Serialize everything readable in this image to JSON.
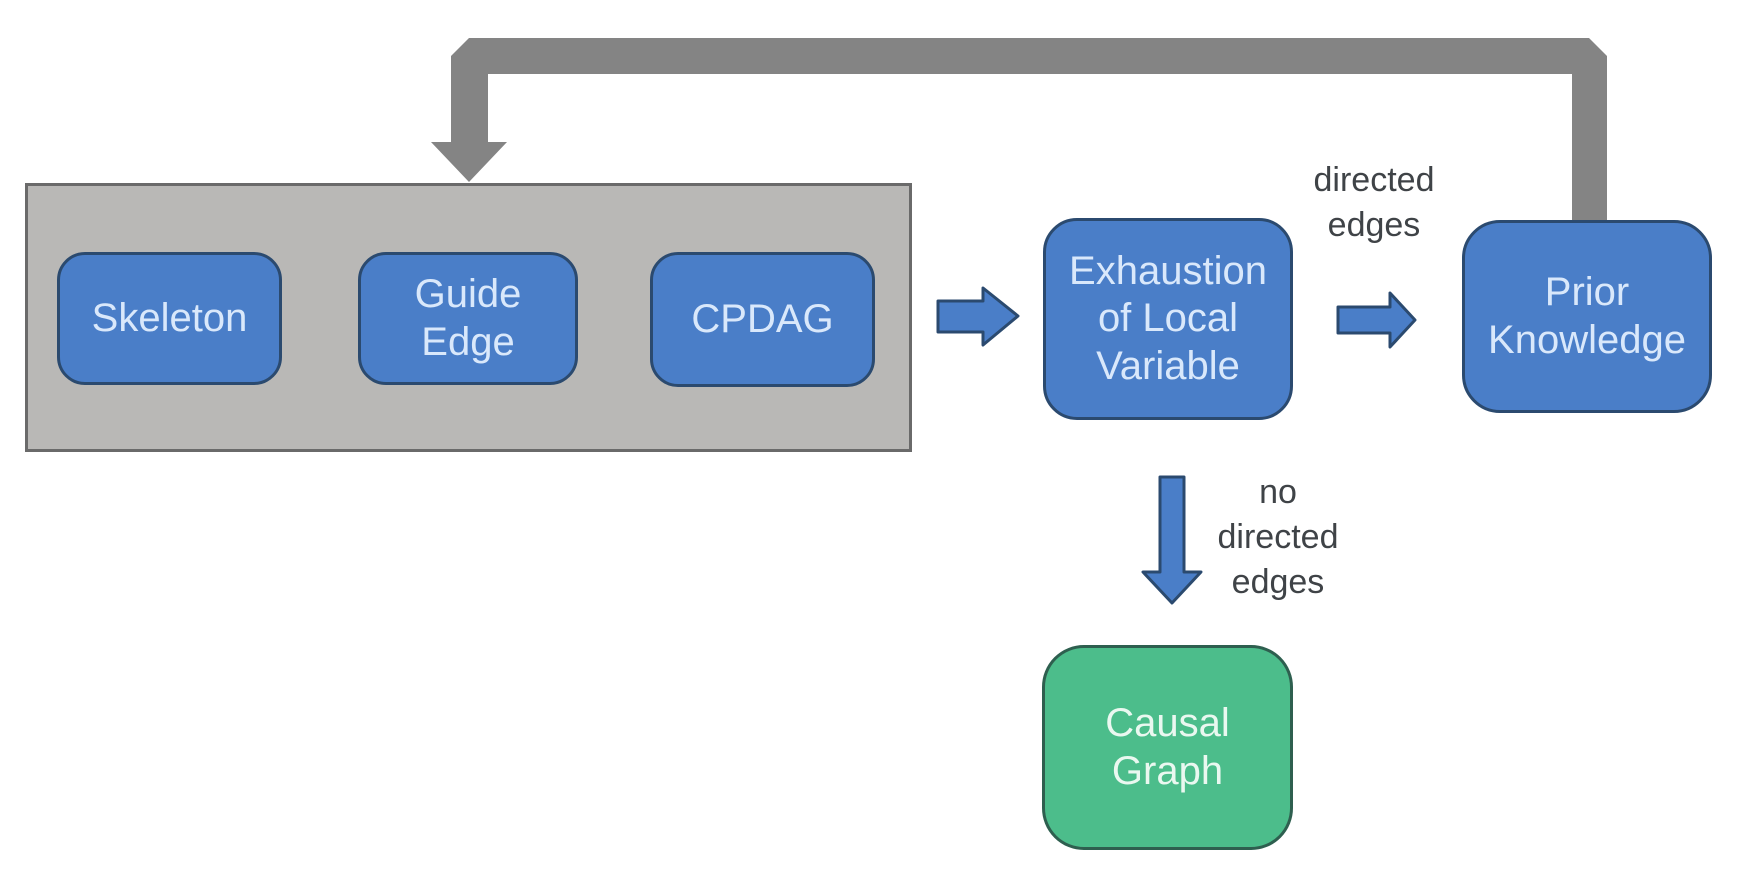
{
  "diagram": {
    "nodes": {
      "skeleton": {
        "label": "Skeleton"
      },
      "guide_edge": {
        "label": "Guide\nEdge"
      },
      "cpdag": {
        "label": "CPDAG"
      },
      "exhaustion": {
        "label": "Exhaustion\nof Local\nVariable"
      },
      "prior_knowledge": {
        "label": "Prior\nKnowledge"
      },
      "causal_graph": {
        "label": "Causal\nGraph"
      }
    },
    "edge_labels": {
      "directed_edges": "directed\nedges",
      "no_directed_edges": "no\ndirected\nedges"
    },
    "colors": {
      "node_blue": "#4a7ec8",
      "node_border": "#2b4a6f",
      "node_text": "#d9e8fb",
      "container_fill": "#b9b8b6",
      "container_border": "#6a6a6a",
      "feedback_arrow": "#848484",
      "causal_fill": "#4cbd8b",
      "causal_border": "#2e5f4f",
      "causal_text": "#eaf8f0",
      "label_text": "#3f4347",
      "arrow_fill": "#4a7ec8",
      "arrow_border": "#2b4a6f",
      "bg": "#ffffff"
    }
  }
}
